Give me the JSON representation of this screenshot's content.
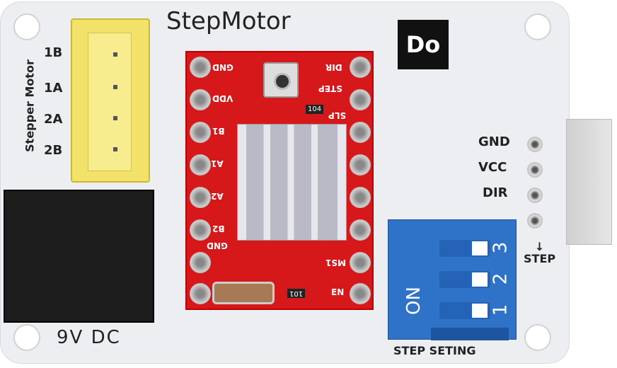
{
  "board": {
    "title": "StepMotor",
    "logo": "Do",
    "motor_label": "Stepper Motor",
    "motor_pins": [
      "1B",
      "1A",
      "2A",
      "2B"
    ],
    "power_label": "9V DC",
    "header_pins": [
      "GND",
      "VCC",
      "DIR"
    ],
    "step_label": "STEP",
    "step_arrow": "↓",
    "dip_label": "STEP SETING",
    "dip_on": "ON",
    "dip_numbers": [
      "1",
      "2",
      "3"
    ]
  },
  "driver": {
    "left_pins": [
      "GND",
      "VDD",
      "B1",
      "A1",
      "A2",
      "B2",
      "GND"
    ],
    "right_pins": [
      "DIR",
      "STEP",
      "SLP",
      "MS1",
      "EN"
    ],
    "resistor": "104",
    "resistor2": "101"
  }
}
